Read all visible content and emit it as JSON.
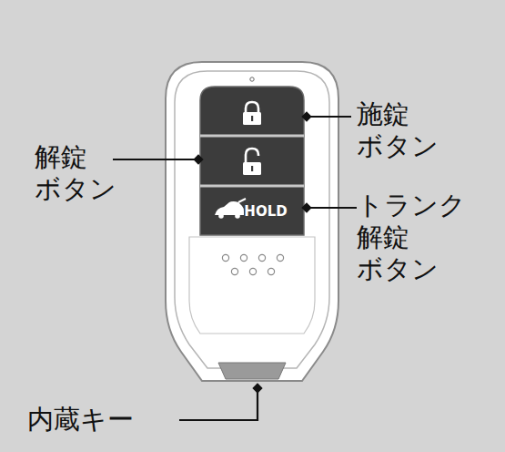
{
  "diagram": {
    "nodes": [
      {
        "text": [
          "HOLD"
        ]
      }
    ],
    "labels": [
      "施錠 ボタン",
      "解錠 ボタン",
      "トランク 解錠 ボタン",
      "内蔵キー"
    ]
  }
}
